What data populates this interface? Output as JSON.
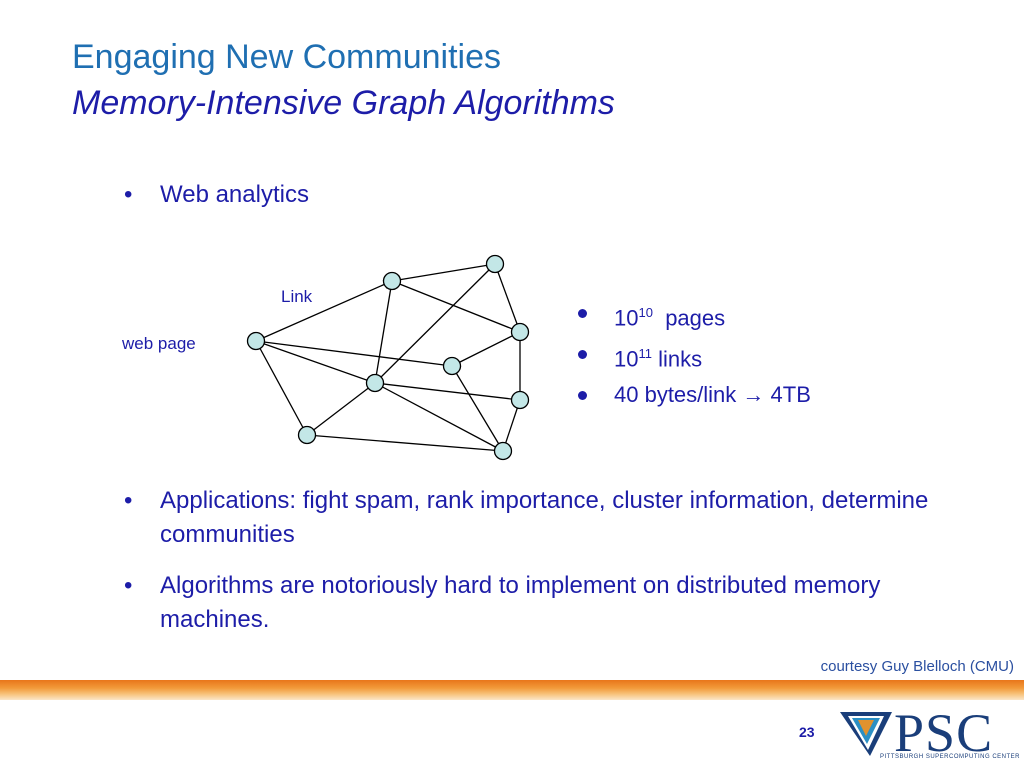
{
  "slide": {
    "title": "Engaging New Communities",
    "subtitle": "Memory-Intensive Graph Algorithms",
    "bullets": {
      "web": "Web analytics",
      "apps": "Applications: fight spam, rank importance, cluster information, determine communities",
      "algos": "Algorithms are notoriously hard to implement on distributed memory machines."
    },
    "bullet_symbol": "•",
    "stats": {
      "pages_base": "10",
      "pages_exp": "10",
      "pages_rest": "pages",
      "links_base": "10",
      "links_exp": "11",
      "links_rest": "links",
      "bytes": "40 bytes/link → 4TB"
    },
    "diagram": {
      "link_label": "Link",
      "page_label": "web page",
      "node_color": "#c3e7e7"
    },
    "credit": "courtesy Guy Blelloch (CMU)",
    "page_number": "23",
    "logo": {
      "text": "PSC",
      "subtext": "PITTSBURGH SUPERCOMPUTING CENTER"
    },
    "colors": {
      "title": "#1f6fb2",
      "body": "#1d1da8",
      "band": "#e8751a"
    }
  }
}
